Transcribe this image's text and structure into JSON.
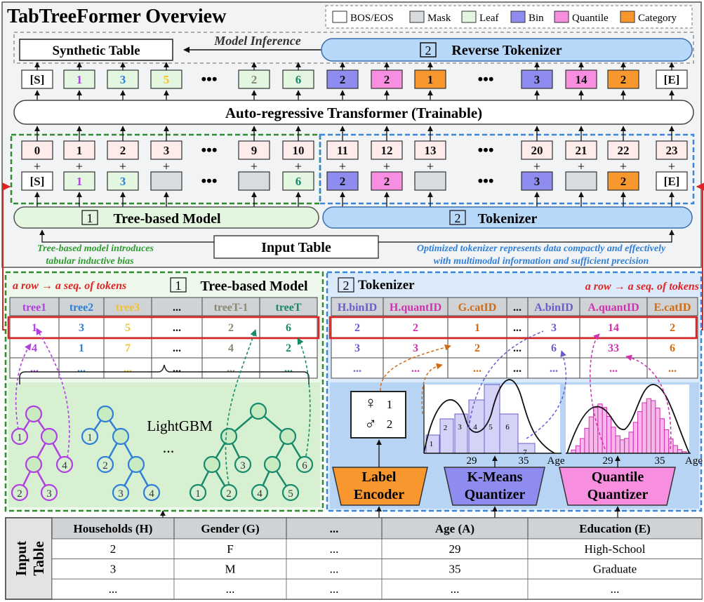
{
  "title": "TabTreeFormer Overview",
  "legend": [
    {
      "label": "BOS/EOS",
      "color": "#ffffff"
    },
    {
      "label": "Mask",
      "color": "#d9dcdf"
    },
    {
      "label": "Leaf",
      "color": "#e3f6df"
    },
    {
      "label": "Bin",
      "color": "#8f8cf0"
    },
    {
      "label": "Quantile",
      "color": "#f88ee0"
    },
    {
      "label": "Category",
      "color": "#f9972f"
    }
  ],
  "colors": {
    "tree1": "#b040e0",
    "tree2": "#2f7fd6",
    "tree3": "#f1c232",
    "treeT1": "#8a8a72",
    "treeT": "#168a6b",
    "bin": "#6a5ccd",
    "quantile": "#d130b0",
    "category": "#d26a10",
    "green_dash": "#2e8b2e",
    "blue_dash": "#3a86d8",
    "red": "#e02424"
  },
  "top": {
    "model_inference": "Model Inference",
    "synthetic_table": "Synthetic Table",
    "reverse_tokenizer_num": "2",
    "reverse_tokenizer": "Reverse Tokenizer",
    "outputs": [
      "[S]",
      "1",
      "3",
      "5",
      "•••",
      "2",
      "6",
      "2",
      "2",
      "1",
      "•••",
      "3",
      "14",
      "2",
      "[E]"
    ],
    "transformer": "Auto-regressive Transformer (Trainable)",
    "positions": [
      "0",
      "1",
      "2",
      "3",
      "•••",
      "9",
      "10",
      "11",
      "12",
      "13",
      "•••",
      "20",
      "21",
      "22",
      "23"
    ],
    "plus": "+",
    "inputs": [
      "[S]",
      "1",
      "3",
      "",
      "•••",
      "",
      "6",
      "2",
      "2",
      "",
      "•••",
      "3",
      "",
      "2",
      "[E]"
    ],
    "tree_model_num": "1",
    "tree_model": "Tree-based Model",
    "tokenizer_num": "2",
    "tokenizer": "Tokenizer",
    "input_table": "Input Table",
    "note_left": [
      "Tree-based model introduces",
      "tabular inductive bias"
    ],
    "note_right": [
      "Optimized tokenizer represents data compactly and effectively",
      "with multimodal information and sufficient precision"
    ]
  },
  "left_panel": {
    "row_note": "a row → a seq. of tokens",
    "heading_num": "1",
    "heading": "Tree-based Model",
    "headers": [
      "tree1",
      "tree2",
      "tree3",
      "...",
      "treeT-1",
      "treeT"
    ],
    "rows": [
      [
        "1",
        "3",
        "5",
        "...",
        "2",
        "6"
      ],
      [
        "4",
        "1",
        "7",
        "...",
        "4",
        "2"
      ],
      [
        "...",
        "...",
        "...",
        "...",
        "...",
        "..."
      ]
    ],
    "lightgbm": "LightGBM",
    "dots": "...",
    "tree1_leaves": [
      "1",
      "4",
      "2",
      "3"
    ],
    "tree2_leaves": [
      "1",
      "2",
      "3",
      "4"
    ],
    "treeT_leaves": [
      "3",
      "6",
      "1",
      "2",
      "4",
      "5"
    ]
  },
  "right_panel": {
    "heading_num": "2",
    "heading": "Tokenizer",
    "row_note": "a row → a seq. of tokens",
    "headers": [
      "H.binID",
      "H.quantID",
      "G.catID",
      "...",
      "A.binID",
      "A.quantID",
      "E.catID"
    ],
    "rows": [
      [
        "2",
        "2",
        "1",
        "...",
        "3",
        "14",
        "2"
      ],
      [
        "3",
        "3",
        "2",
        "...",
        "6",
        "33",
        "6"
      ],
      [
        "...",
        "...",
        "...",
        "...",
        "...",
        "...",
        "..."
      ]
    ],
    "gender_codes": [
      "♀",
      "1",
      "♂",
      "2"
    ],
    "bin_labels": [
      "1",
      "2",
      "3",
      "4",
      "5",
      "6",
      "7"
    ],
    "axis_ticks": [
      "29",
      "35"
    ],
    "axis_label": "Age",
    "encoders": [
      [
        "Label",
        "Encoder"
      ],
      [
        "K-Means",
        "Quantizer"
      ],
      [
        "Quantile",
        "Quantizer"
      ]
    ]
  },
  "input_table": {
    "label": [
      "Input",
      "Table"
    ],
    "headers": [
      "Households (H)",
      "Gender (G)",
      "...",
      "Age (A)",
      "Education (E)"
    ],
    "rows": [
      [
        "2",
        "F",
        "...",
        "29",
        "High-School"
      ],
      [
        "3",
        "M",
        "...",
        "35",
        "Graduate"
      ],
      [
        "...",
        "...",
        "...",
        "...",
        "..."
      ]
    ]
  }
}
